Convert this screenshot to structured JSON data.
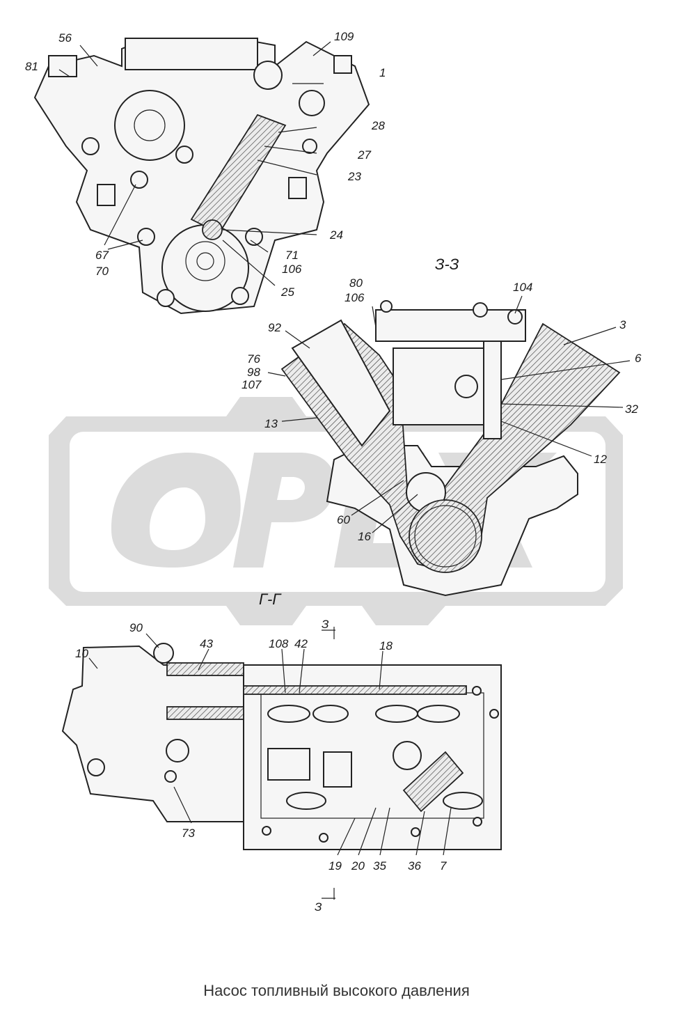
{
  "caption": "Насос топливный высокого давления",
  "watermark": "ОРЕХ",
  "views": {
    "top": {
      "labels": [
        "56",
        "81",
        "109",
        "1",
        "28",
        "27",
        "23",
        "24",
        "67",
        "70",
        "71",
        "106",
        "25"
      ]
    },
    "section_zz": {
      "title": "З-З",
      "labels": [
        "80",
        "106",
        "104",
        "3",
        "92",
        "6",
        "76",
        "98",
        "107",
        "32",
        "13",
        "12",
        "60",
        "16"
      ]
    },
    "section_gg": {
      "title": "Г-Г",
      "cut_mark": "З",
      "labels": [
        "90",
        "43",
        "10",
        "108",
        "42",
        "18",
        "73",
        "19",
        "20",
        "35",
        "36",
        "7"
      ]
    }
  }
}
